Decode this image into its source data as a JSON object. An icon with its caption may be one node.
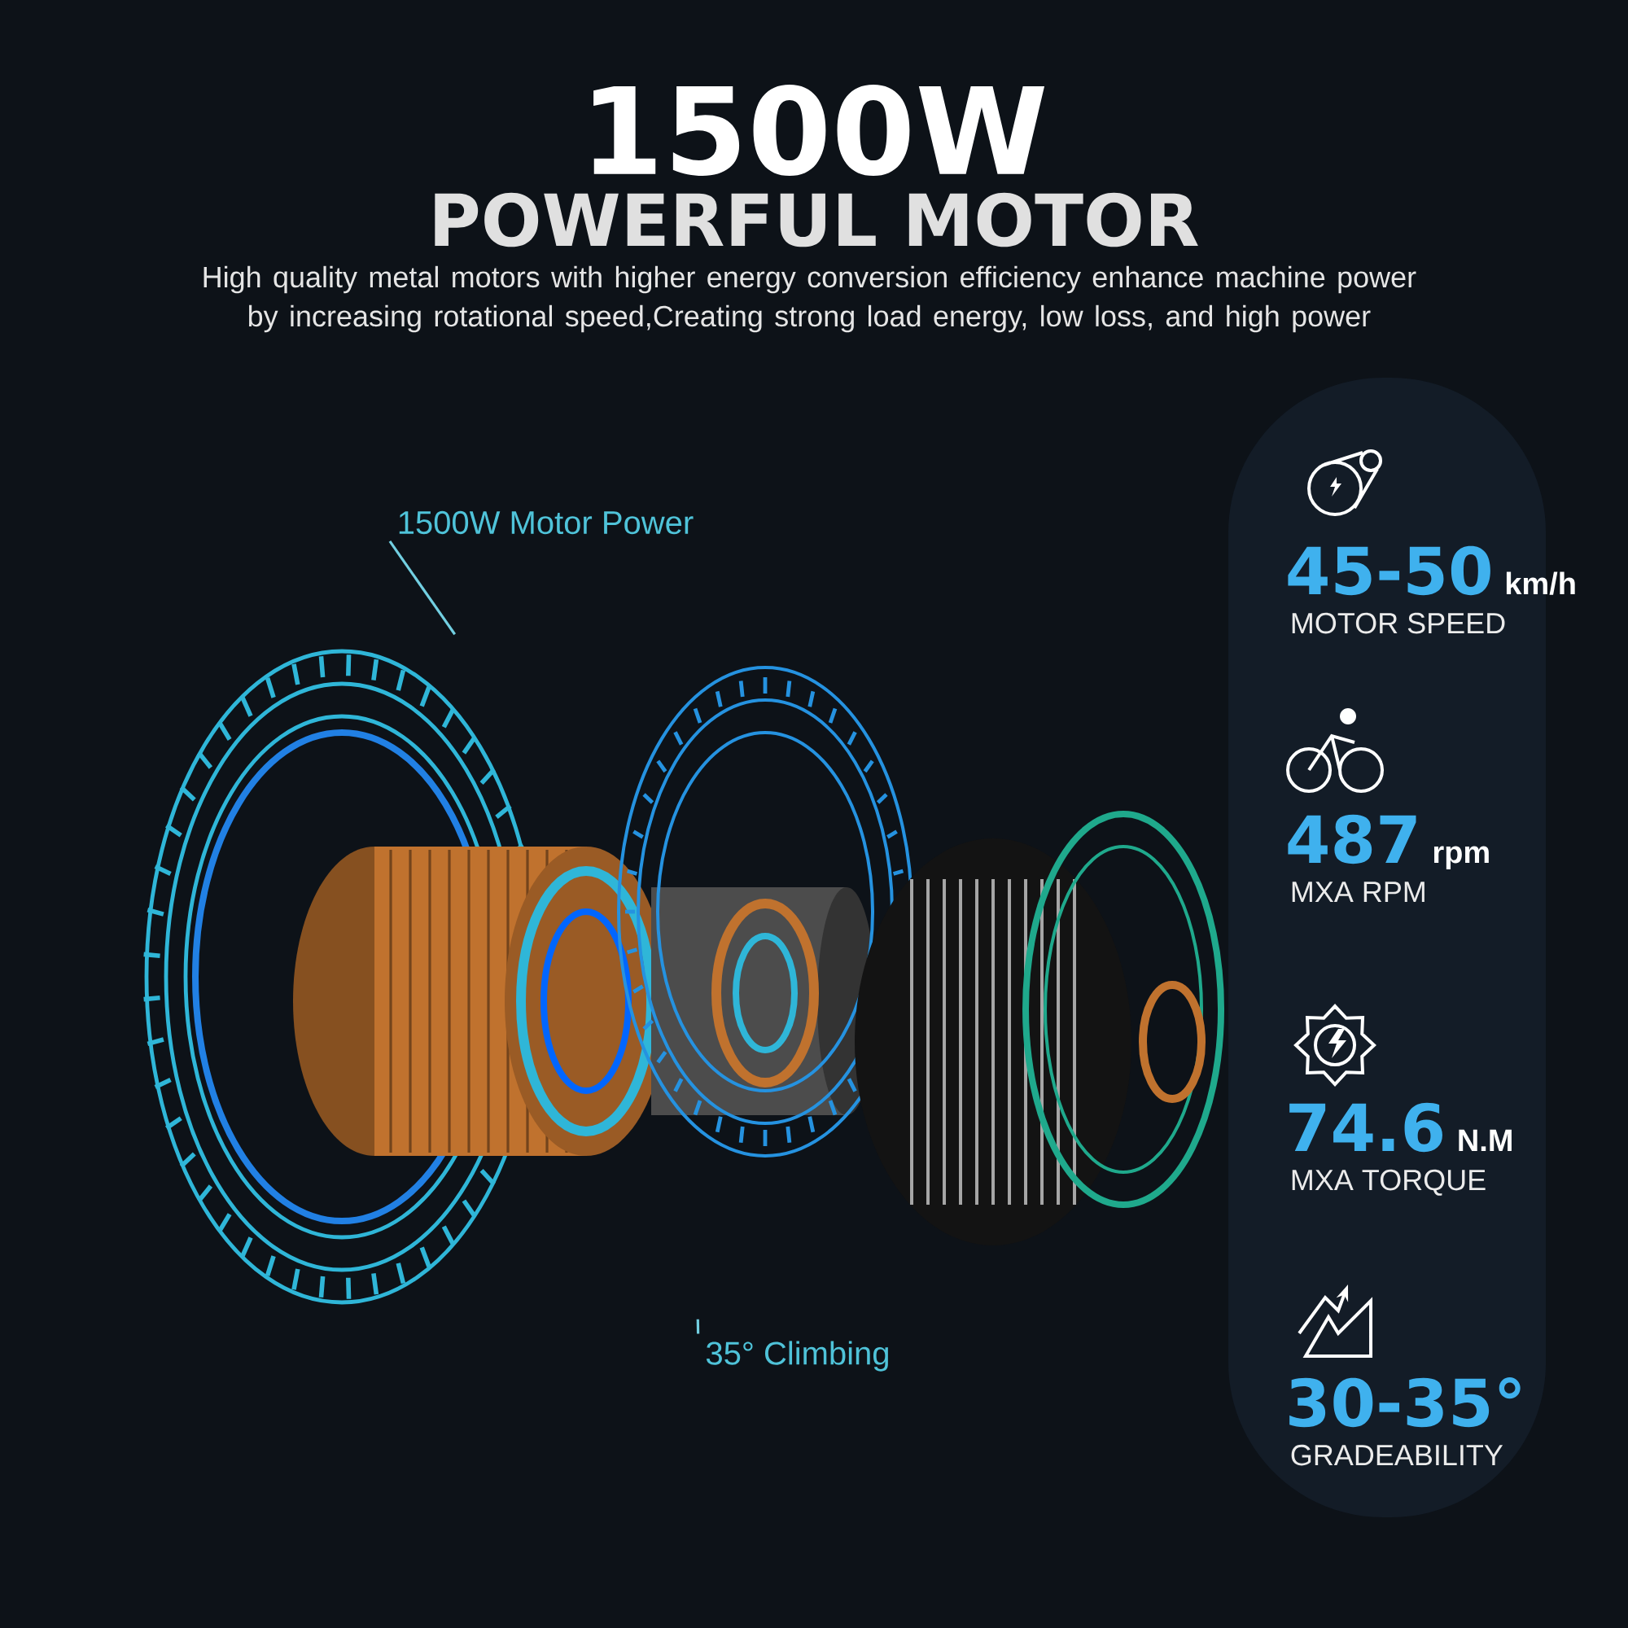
{
  "diagram": {
    "title": "1500W",
    "nodes": [
      {
        "text": [],
        "shape": "box"
      },
      {
        "text": [
          "45-50",
          "km/h",
          "MOTOR SPEED"
        ],
        "in": 0
      },
      {
        "text": [
          "487",
          "rpm",
          "MXA  RPM"
        ],
        "in": 0
      },
      {
        "text": [
          "74.6",
          "N.M",
          "MXA  TORQUE"
        ],
        "in": 0
      },
      {
        "text": [
          "30-35°",
          "GRADEABILITY"
        ],
        "in": 0
      },
      {
        "text": [
          "1500W Motor Power"
        ]
      },
      {
        "text": [],
        "shape": "picture"
      },
      {
        "text": [
          "35° Climbing"
        ]
      }
    ],
    "edges": [
      {
        "from": 5,
        "to": 6,
        "arrow": "none"
      },
      {
        "from": 7,
        "to": 6,
        "arrow": "none"
      }
    ],
    "labels": [
      "POWERFUL MOTOR",
      "High quality metal motors with higher energy conversion efficiency enhance machine power by increasing rotational speed,Creating strong load energy, low loss, and high power"
    ]
  }
}
